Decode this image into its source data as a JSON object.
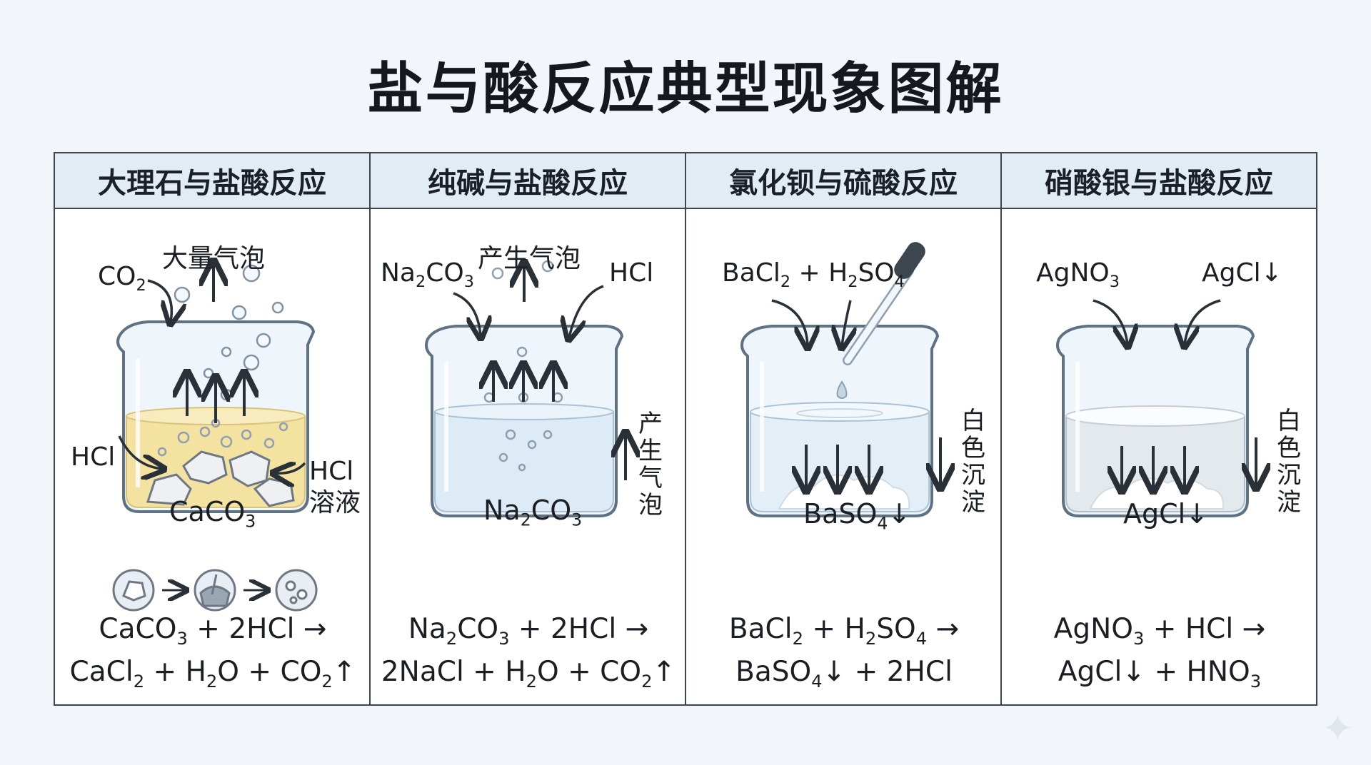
{
  "title": "盐与酸反应典型现象图解",
  "panels": [
    {
      "header": "大理石与盐酸反应",
      "label_gas": "CO",
      "label_gas_sub": "2",
      "label_bubbles": "大量气泡",
      "label_acid": "HCl",
      "label_solution": "HCl\n溶液",
      "label_solid": "CaCO",
      "label_solid_sub": "3",
      "equation_line1": [
        "CaCO",
        "3",
        " + 2HCl →"
      ],
      "equation_line2": [
        "CaCl",
        "2",
        " + H",
        "2",
        "O + CO",
        "2",
        "↑"
      ],
      "colors": {
        "liquid": "#f4e2a1"
      }
    },
    {
      "header": "纯碱与盐酸反应",
      "label_salt": "Na",
      "label_salt_sub1": "2",
      "label_salt_mid": "CO",
      "label_salt_sub2": "3",
      "label_bubbles": "产生气泡",
      "label_acid": "HCl",
      "label_vertical": "产生气泡",
      "label_solution": [
        "Na",
        "2",
        "CO",
        "3"
      ],
      "equation_line1": [
        "Na",
        "2",
        "CO",
        "3",
        " + 2HCl →"
      ],
      "equation_line2": [
        "2NaCl + H",
        "2",
        "O + CO",
        "2",
        "↑"
      ],
      "colors": {
        "liquid": "#dcebf6"
      }
    },
    {
      "header": "氯化钡与硫酸反应",
      "label_reactants": [
        "BaCl",
        "2",
        " + H",
        "2",
        "SO",
        "4"
      ],
      "label_vertical": "白色沉淀",
      "label_precipitate": [
        "BaSO",
        "4",
        "↓"
      ],
      "equation_line1": [
        "BaCl",
        "2",
        " + H",
        "2",
        "SO",
        "4",
        " →"
      ],
      "equation_line2": [
        "BaSO",
        "4",
        "↓ + 2HCl"
      ],
      "colors": {
        "liquid": "#e4eef6"
      }
    },
    {
      "header": "硝酸银与盐酸反应",
      "label_left": [
        "AgNO",
        "3"
      ],
      "label_right": "AgCl↓",
      "label_vertical": "白色沉淀",
      "label_precipitate": "AgCl↓",
      "equation_line1": [
        "AgNO",
        "3",
        " + HCl →"
      ],
      "equation_line2": [
        "AgCl↓ + HNO",
        "3"
      ],
      "colors": {
        "liquid": "#eef1f4"
      }
    }
  ]
}
